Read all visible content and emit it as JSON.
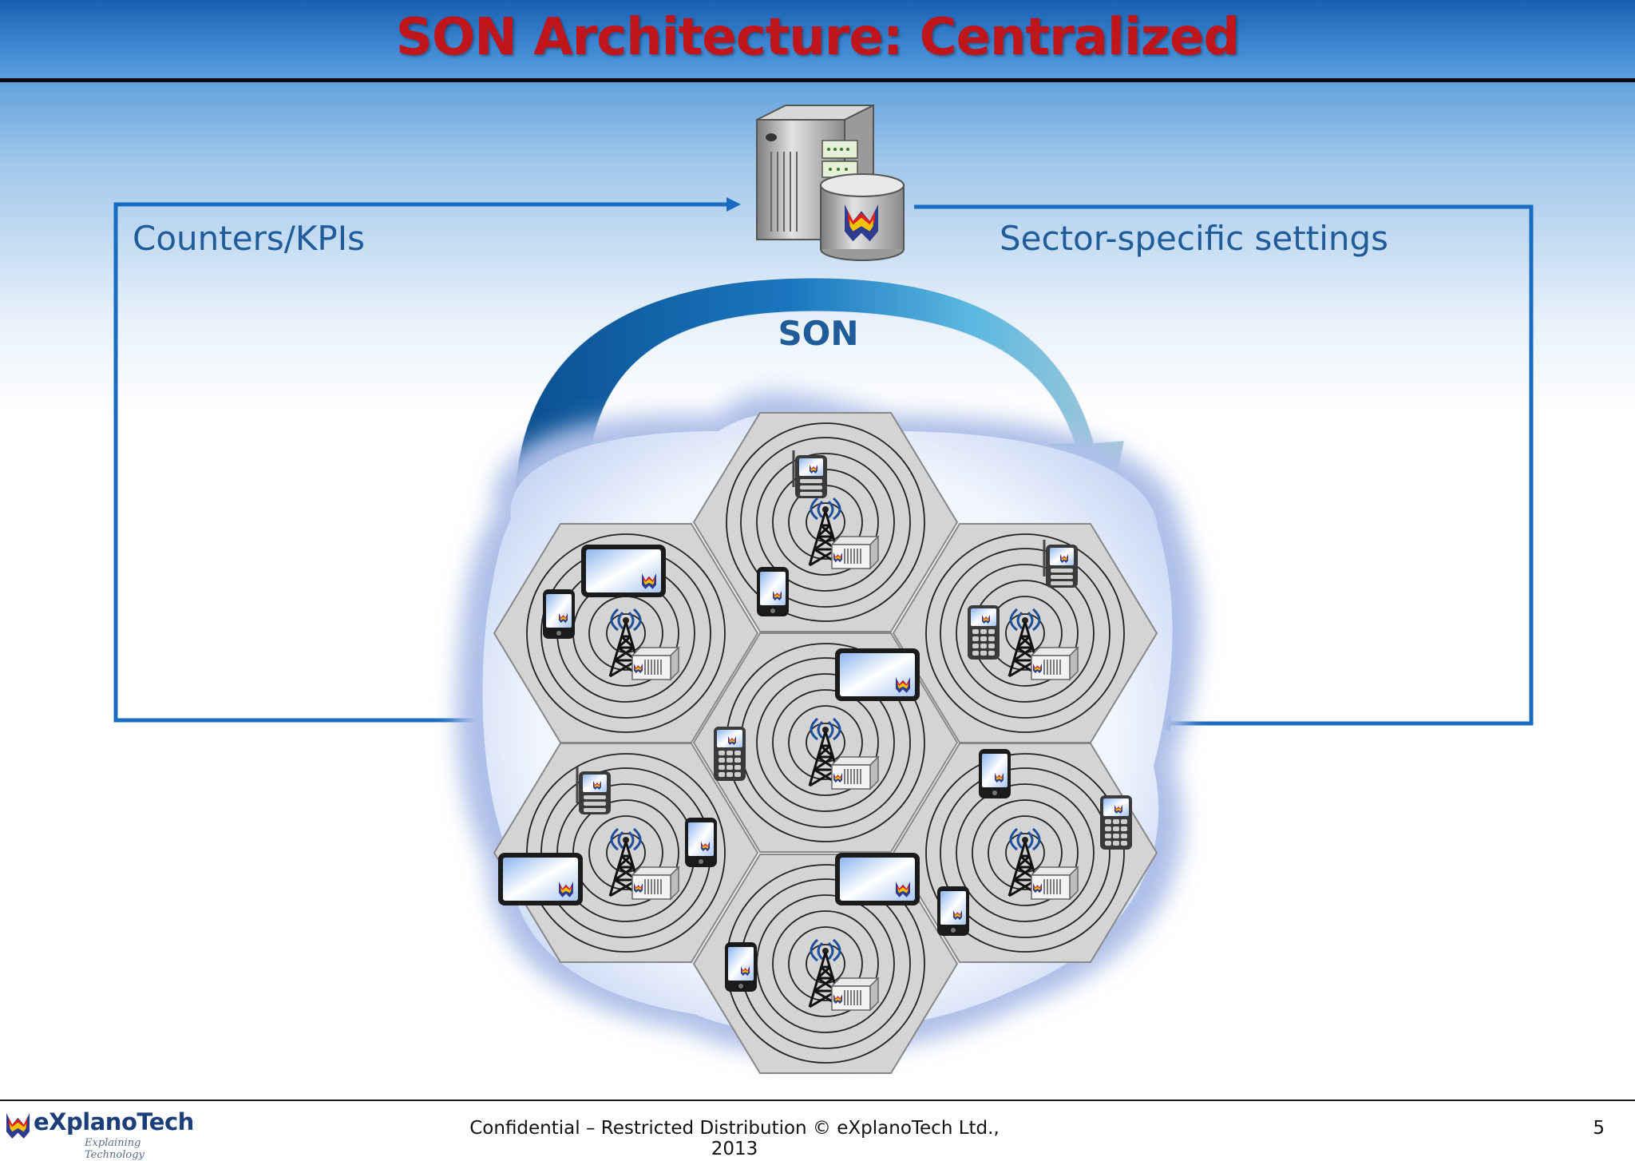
{
  "slide": {
    "title": "SON Architecture: Centralized",
    "page_number": "5"
  },
  "diagram": {
    "left_label": "Counters/KPIs",
    "right_label": "Sector-specific settings",
    "arc_label": "SON"
  },
  "footer": {
    "text": "Confidential – Restricted Distribution © eXplanoTech Ltd., 2013",
    "logo_name": "eXplanoTech",
    "logo_tagline": "Explaining Technology"
  },
  "colors": {
    "title": "#c0161b",
    "label": "#1f5c99",
    "feedback_line": "#1a6cc0",
    "arc_dark": "#0b4f8f",
    "arc_light": "#5ab8e0",
    "hex_fill": "#d6d6d6",
    "cloud": "#b9cdf0"
  },
  "icons": [
    "server-icon",
    "database-icon",
    "cell-tower-icon",
    "base-station-icon",
    "tablet-icon",
    "smartphone-icon",
    "feature-phone-icon",
    "explanotech-logo-icon"
  ]
}
